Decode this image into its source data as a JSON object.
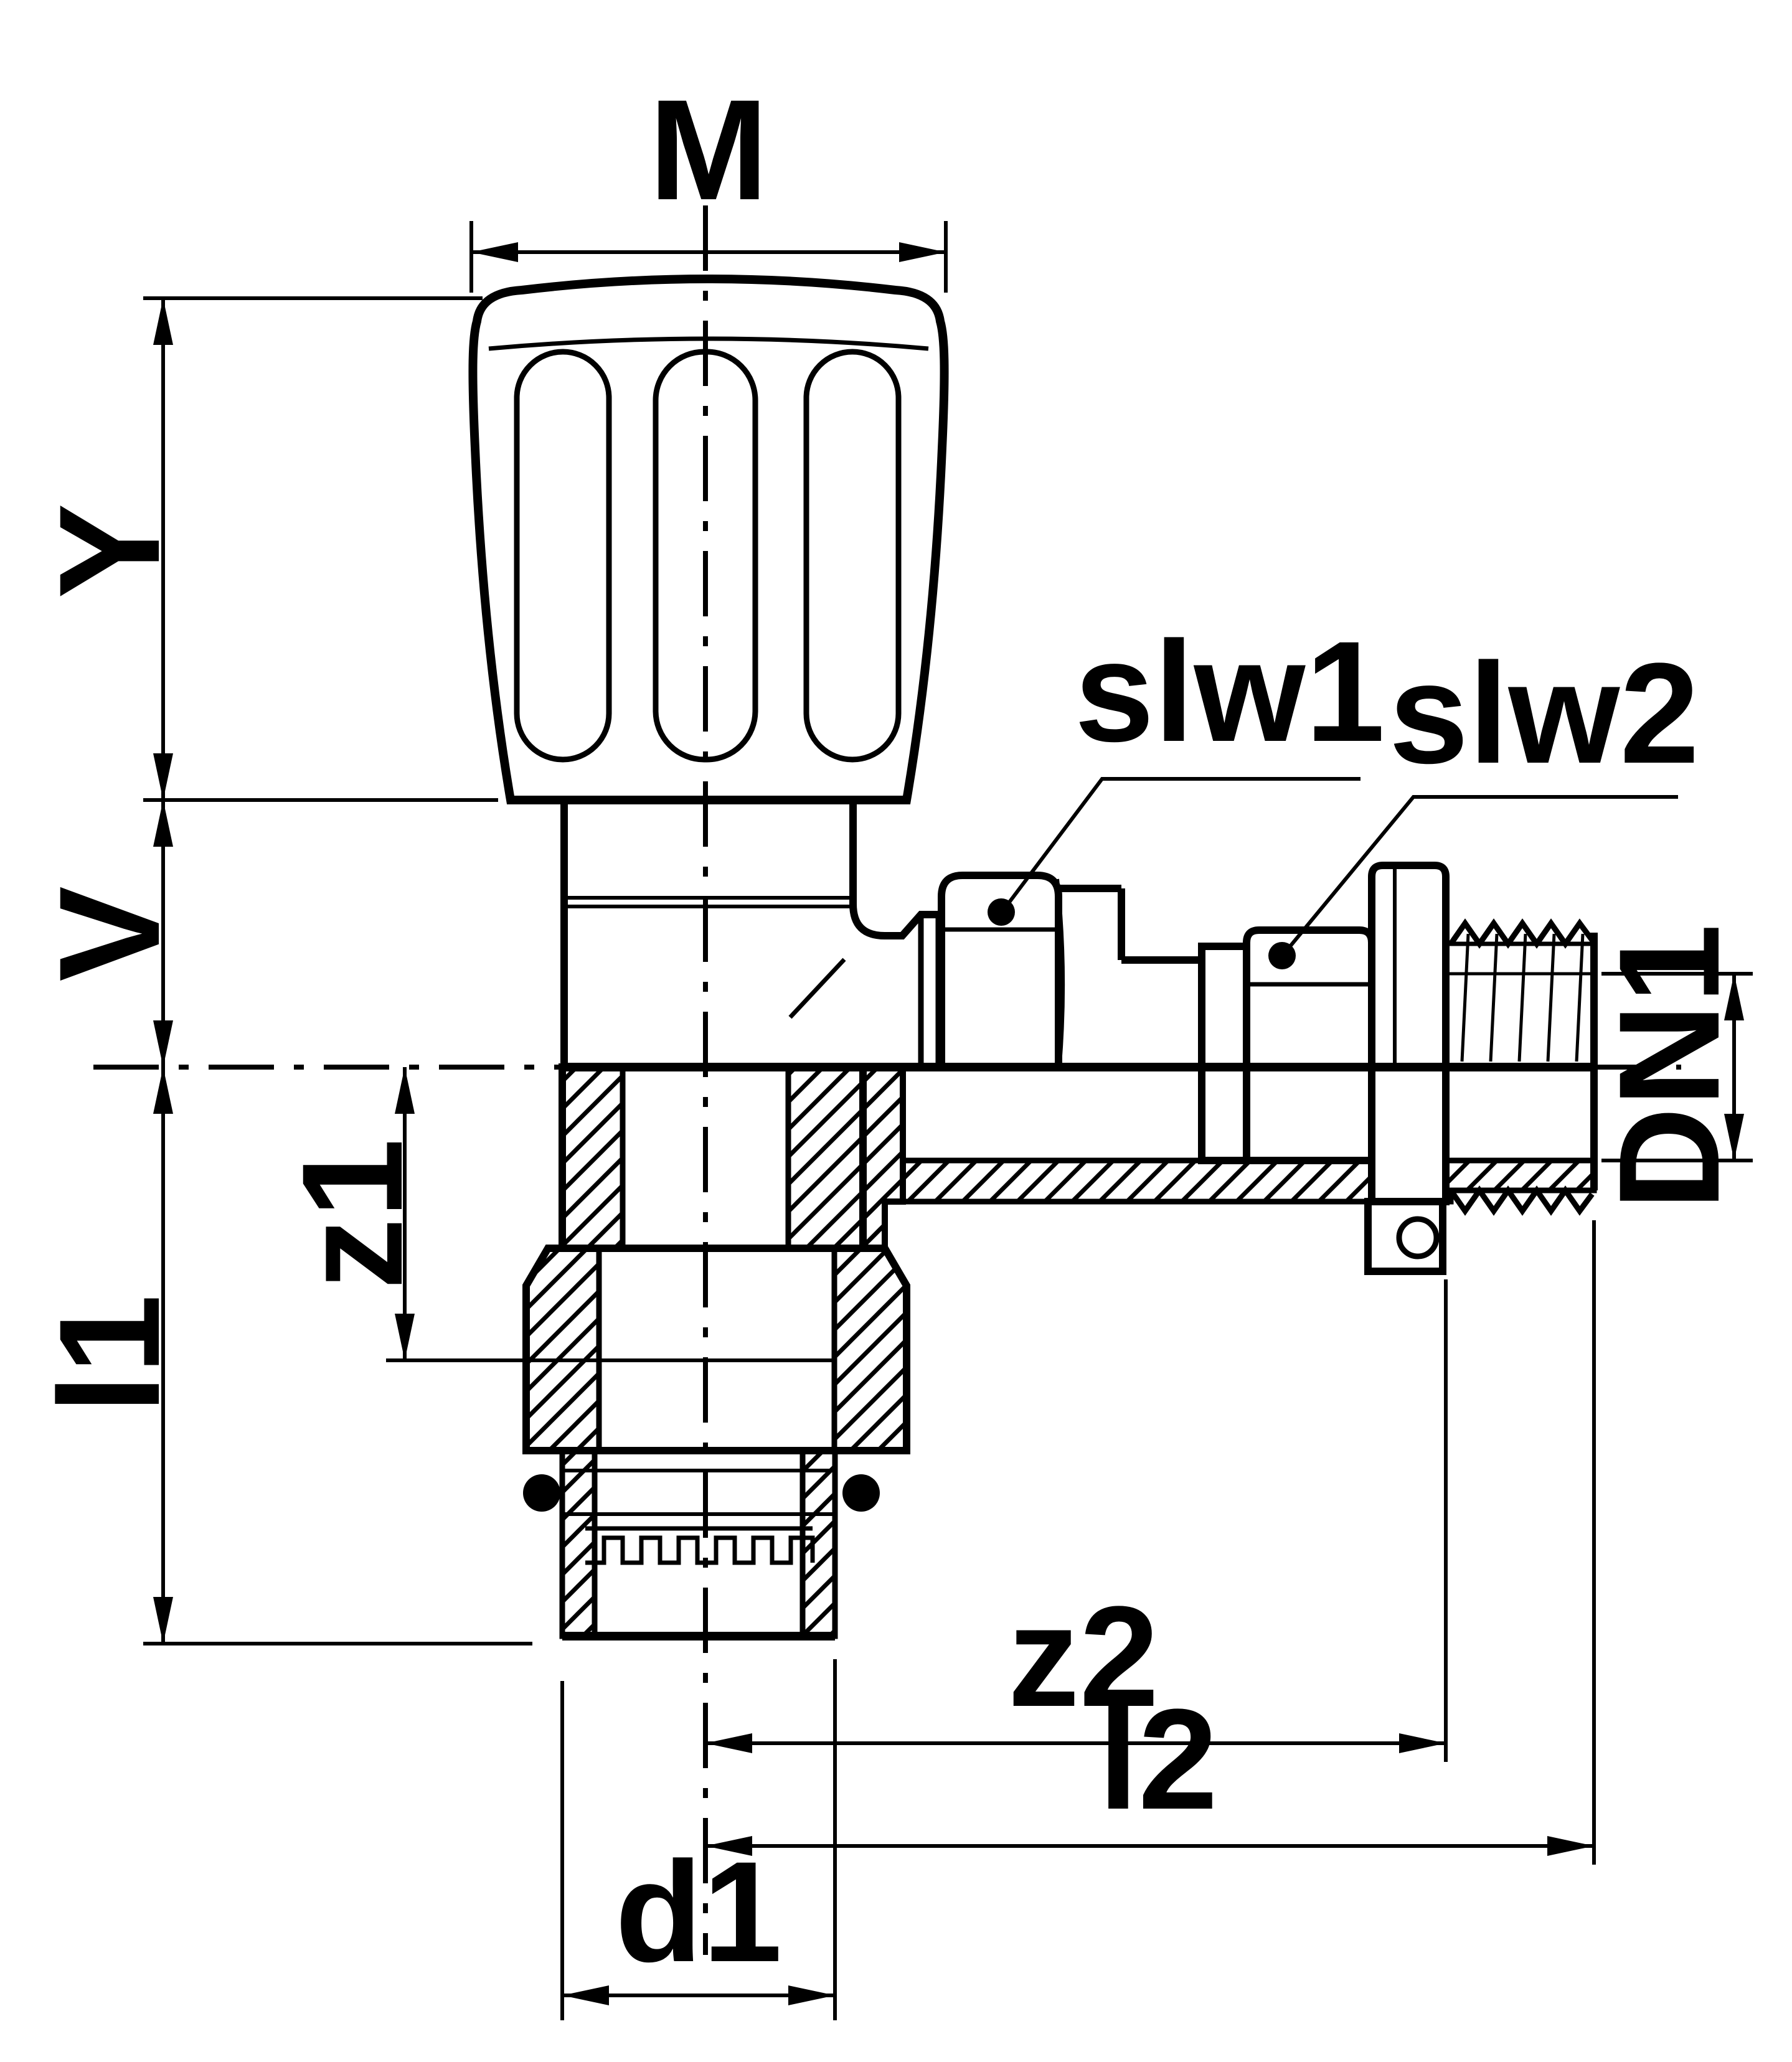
{
  "page": {
    "background": "#ffffff",
    "line_color": "#000000"
  },
  "drawing": {
    "kind": "engineering-cross-section",
    "subject": "angle valve with handwheel, union nuts and threaded male outlet",
    "labels": {
      "m": "M",
      "y": "Y",
      "v": "V",
      "l1": "l1",
      "z1": "z1",
      "slw1": "slw1",
      "slw2": "slw2",
      "dn1": "DN1",
      "z2": "z2",
      "l2": "l2",
      "d1": "d1"
    }
  }
}
